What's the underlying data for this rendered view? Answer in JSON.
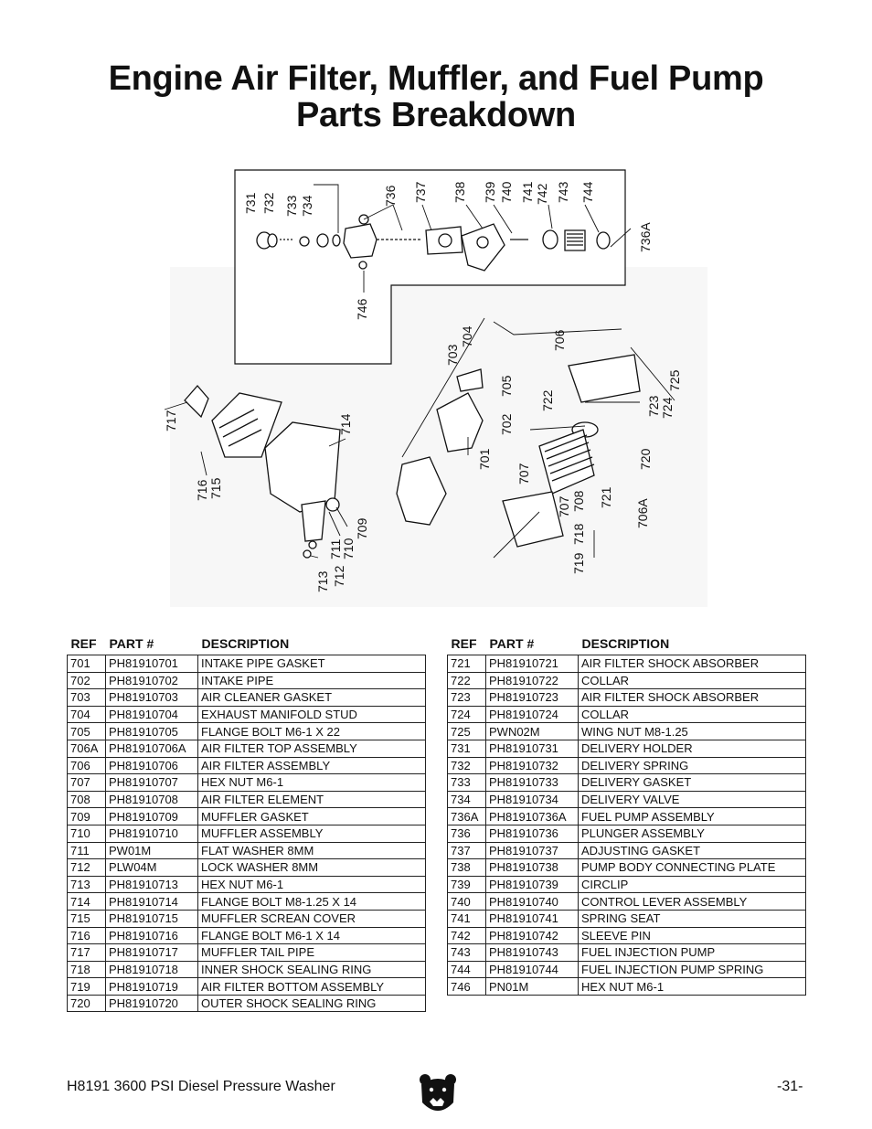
{
  "title_line1": "Engine Air Filter, Muffler, and Fuel Pump",
  "title_line2": "Parts Breakdown",
  "diagram_callouts": {
    "c731": "731",
    "c732": "732",
    "c733": "733",
    "c734": "734",
    "c736": "736",
    "c737": "737",
    "c738": "738",
    "c739": "739",
    "c740": "740",
    "c741": "741",
    "c742": "742",
    "c743": "743",
    "c744": "744",
    "c736A_top": "736A",
    "c746": "746",
    "c703": "703",
    "c704": "704",
    "c706": "706",
    "c705": "705",
    "c702": "702",
    "c701": "701",
    "c722": "722",
    "c723": "723",
    "c724": "724",
    "c725": "725",
    "c720": "720",
    "c721": "721",
    "c706A": "706A",
    "c707a": "707",
    "c707b": "707",
    "c708": "708",
    "c718": "718",
    "c719": "719",
    "c717": "717",
    "c714": "714",
    "c716": "716",
    "c715": "715",
    "c709": "709",
    "c710": "710",
    "c711": "711",
    "c712": "712",
    "c713": "713"
  },
  "table_headers": {
    "ref": "REF",
    "part": "PART #",
    "desc": "DESCRIPTION"
  },
  "parts_left": [
    [
      "701",
      "PH81910701",
      "INTAKE PIPE GASKET"
    ],
    [
      "702",
      "PH81910702",
      "INTAKE PIPE"
    ],
    [
      "703",
      "PH81910703",
      "AIR CLEANER GASKET"
    ],
    [
      "704",
      "PH81910704",
      "EXHAUST MANIFOLD STUD"
    ],
    [
      "705",
      "PH81910705",
      "FLANGE BOLT M6-1 X 22"
    ],
    [
      "706A",
      "PH81910706A",
      "AIR FILTER TOP ASSEMBLY"
    ],
    [
      "706",
      "PH81910706",
      "AIR FILTER ASSEMBLY"
    ],
    [
      "707",
      "PH81910707",
      "HEX NUT M6-1"
    ],
    [
      "708",
      "PH81910708",
      "AIR FILTER ELEMENT"
    ],
    [
      "709",
      "PH81910709",
      "MUFFLER GASKET"
    ],
    [
      "710",
      "PH81910710",
      "MUFFLER ASSEMBLY"
    ],
    [
      "711",
      "PW01M",
      "FLAT WASHER 8MM"
    ],
    [
      "712",
      "PLW04M",
      "LOCK WASHER 8MM"
    ],
    [
      "713",
      "PH81910713",
      "HEX NUT M6-1"
    ],
    [
      "714",
      "PH81910714",
      "FLANGE BOLT M8-1.25 X 14"
    ],
    [
      "715",
      "PH81910715",
      "MUFFLER SCREAN COVER"
    ],
    [
      "716",
      "PH81910716",
      "FLANGE BOLT M6-1 X 14"
    ],
    [
      "717",
      "PH81910717",
      "MUFFLER TAIL PIPE"
    ],
    [
      "718",
      "PH81910718",
      "INNER SHOCK SEALING RING"
    ],
    [
      "719",
      "PH81910719",
      "AIR FILTER BOTTOM ASSEMBLY"
    ],
    [
      "720",
      "PH81910720",
      "OUTER SHOCK SEALING RING"
    ]
  ],
  "parts_right": [
    [
      "721",
      "PH81910721",
      "AIR FILTER SHOCK ABSORBER"
    ],
    [
      "722",
      "PH81910722",
      "COLLAR"
    ],
    [
      "723",
      "PH81910723",
      "AIR FILTER SHOCK ABSORBER"
    ],
    [
      "724",
      "PH81910724",
      "COLLAR"
    ],
    [
      "725",
      "PWN02M",
      "WING NUT M8-1.25"
    ],
    [
      "731",
      "PH81910731",
      "DELIVERY HOLDER"
    ],
    [
      "732",
      "PH81910732",
      "DELIVERY SPRING"
    ],
    [
      "733",
      "PH81910733",
      "DELIVERY GASKET"
    ],
    [
      "734",
      "PH81910734",
      "DELIVERY VALVE"
    ],
    [
      "736A",
      "PH81910736A",
      "FUEL PUMP ASSEMBLY"
    ],
    [
      "736",
      "PH81910736",
      "PLUNGER ASSEMBLY"
    ],
    [
      "737",
      "PH81910737",
      "ADJUSTING GASKET"
    ],
    [
      "738",
      "PH81910738",
      "PUMP BODY CONNECTING PLATE"
    ],
    [
      "739",
      "PH81910739",
      "CIRCLIP"
    ],
    [
      "740",
      "PH81910740",
      "CONTROL LEVER ASSEMBLY"
    ],
    [
      "741",
      "PH81910741",
      "SPRING SEAT"
    ],
    [
      "742",
      "PH81910742",
      "SLEEVE PIN"
    ],
    [
      "743",
      "PH81910743",
      "FUEL INJECTION PUMP"
    ],
    [
      "744",
      "PH81910744",
      "FUEL INJECTION PUMP SPRING"
    ],
    [
      "746",
      "PN01M",
      "HEX NUT M6-1"
    ]
  ],
  "footer_left": "H8191 3600 PSI Diesel Pressure Washer",
  "footer_right": "-31-",
  "logo_icon": "grizzly-bear-logo-icon"
}
